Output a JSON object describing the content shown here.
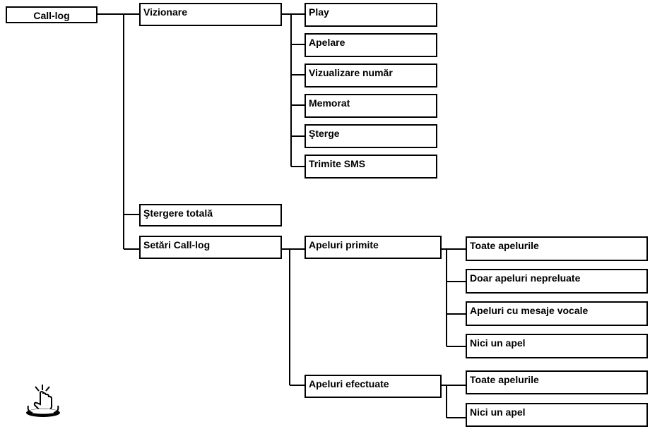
{
  "diagram": {
    "root": {
      "label": "Call-log"
    },
    "level1": {
      "vizionare": "Vizionare",
      "stergere_totala": "Ştergere totală",
      "setari": "Setări Call-log"
    },
    "vizionare_items": [
      "Play",
      "Apelare",
      "Vizualizare număr",
      "Memorat",
      "Şterge",
      "Trimite SMS"
    ],
    "setari_items": {
      "apeluri_primite": "Apeluri primite",
      "apeluri_efectuate": "Apeluri efectuate"
    },
    "apeluri_primite_items": [
      "Toate apelurile",
      "Doar apeluri nepreluate",
      "Apeluri cu mesaje vocale",
      "Nici un apel"
    ],
    "apeluri_efectuate_items": [
      "Toate apelurile",
      "Nici un apel"
    ],
    "footer_icon": "hand-pressing-key-icon"
  }
}
